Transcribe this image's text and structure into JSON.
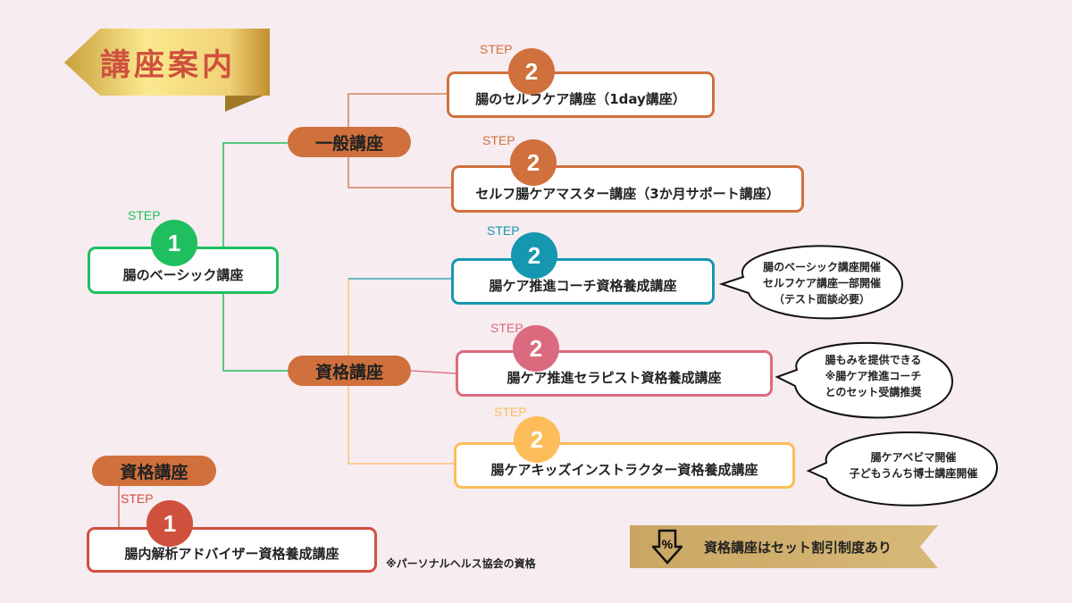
{
  "title": "講座案内",
  "step_label": "STEP",
  "categories": {
    "general": "一般講座",
    "qualification": "資格講座",
    "qualification_bottom": "資格講座"
  },
  "courses": [
    {
      "step": "1",
      "name": "腸のベーシック講座"
    },
    {
      "step": "2",
      "name": "腸のセルフケア講座（1day講座）"
    },
    {
      "step": "2",
      "name": "セルフ腸ケアマスター講座（3か月サポート講座）"
    },
    {
      "step": "2",
      "name": "腸ケア推進コーチ資格養成講座"
    },
    {
      "step": "2",
      "name": "腸ケア推進セラピスト資格養成講座"
    },
    {
      "step": "2",
      "name": "腸ケアキッズインストラクター資格養成講座"
    },
    {
      "step": "1",
      "name": "腸内解析アドバイザー資格養成講座"
    }
  ],
  "bubbles": [
    [
      "腸のベーシック講座開催",
      "セルフケア講座一部開催",
      "（テスト面談必要）"
    ],
    [
      "腸もみを提供できる",
      "※腸ケア推進コーチ",
      "とのセット受講推奨"
    ],
    [
      "腸ケアベビマ開催",
      "子どもうんち博士講座開催"
    ]
  ],
  "note": "※パーソナルヘルス協会の資格",
  "discount": {
    "icon": "percent-down-arrow-icon",
    "text": "資格講座はセット割引制度あり"
  },
  "colors": {
    "green": "#1fbf5f",
    "orange": "#d0703c",
    "teal": "#1597b0",
    "pink": "#dc6a7e",
    "yellow": "#fdbd5a",
    "red": "#d0503e"
  }
}
